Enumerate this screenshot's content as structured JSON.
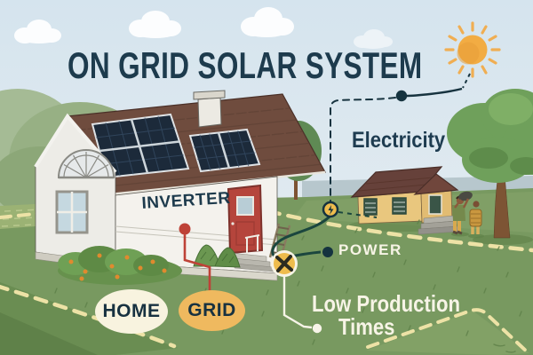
{
  "title": "ON GRID SOLAR SYSTEM",
  "labels": {
    "electricity": "Electricity",
    "inverter": "INVERTER",
    "power": "POWER",
    "low_production_line1": "Low Production",
    "low_production_line2": "Times",
    "home": "HOME",
    "grid": "GRID"
  },
  "icons": {
    "sun-icon": "sun disc with 12 rays",
    "bolt-node-icon": "⚡ yellow circular node",
    "outage-node-icon": "✕ yellow circular node",
    "electricity-node-dot": "●",
    "power-node-dot": "●",
    "inverter-marker-dot": "●",
    "low-production-dot": "●"
  },
  "colors": {
    "title_text": "#1d3b4d",
    "label_navy": "#1e3c50",
    "label_cream": "#f7f4e6",
    "home_badge_fill": "#f8f3df",
    "grid_badge_fill": "#efb95f",
    "sun": "#f2ac43",
    "connector_dark": "#17333f",
    "wire_teal": "#1b463e",
    "marker_red": "#be4237",
    "node_yellow": "#eebc4d",
    "grass": "#789960",
    "sky": "#d8e6ee",
    "roof_brown": "#6f4c3e",
    "solar_panel": "#1c2a3a",
    "path_dash": "#ede2a6"
  },
  "scene_elements": [
    "solar house",
    "inverter wall",
    "red door",
    "grid house",
    "two people",
    "trees",
    "sun",
    "dashed field paths"
  ]
}
